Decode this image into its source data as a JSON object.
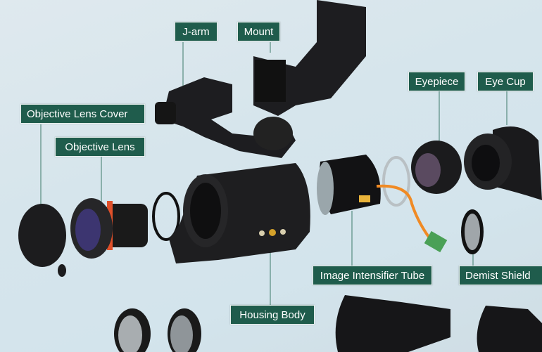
{
  "labels": {
    "j_arm": "J-arm",
    "mount": "Mount",
    "eyepiece": "Eyepiece",
    "eye_cup": "Eye Cup",
    "objective_lens_cover": "Objective Lens Cover",
    "objective_lens": "Objective Lens",
    "image_intensifier_tube": "Image Intensifier Tube",
    "demist_shield": "Demist Shield",
    "housing_body": "Housing Body"
  },
  "colors": {
    "label_bg": "#1f5c4c",
    "leader": "#3d7a6a",
    "part": "#1c1c1e"
  }
}
